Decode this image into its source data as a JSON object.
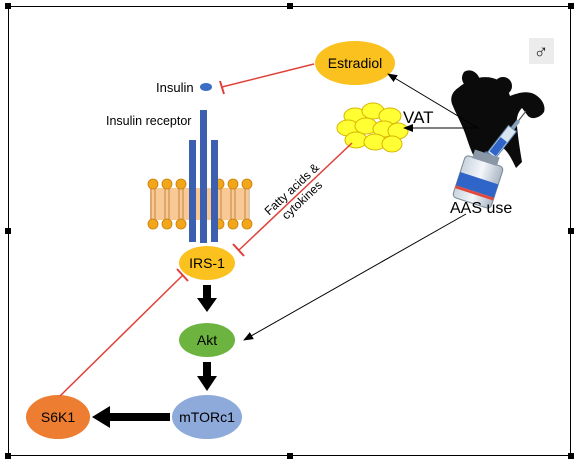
{
  "nodes": {
    "estradiol": "Estradiol",
    "insulin": "Insulin",
    "insulin_receptor": "Insulin receptor",
    "vat": "VAT",
    "irs1": "IRS-1",
    "akt": "Akt",
    "mtorc1": "mTORc1",
    "s6k1": "S6K1",
    "aas_use": "AAS use"
  },
  "edge_labels": {
    "fatty_line1": "Fatty acids &",
    "fatty_line2": "cytokines"
  },
  "icons": {
    "male_symbol": "♂"
  },
  "colors": {
    "estradiol": "#fac11f",
    "irs1": "#fac11f",
    "akt": "#6db33f",
    "mtorc1": "#8eaadb",
    "s6k1": "#ed7d31",
    "inhibition": "#e0403a",
    "receptor": "#3c5fb0"
  }
}
